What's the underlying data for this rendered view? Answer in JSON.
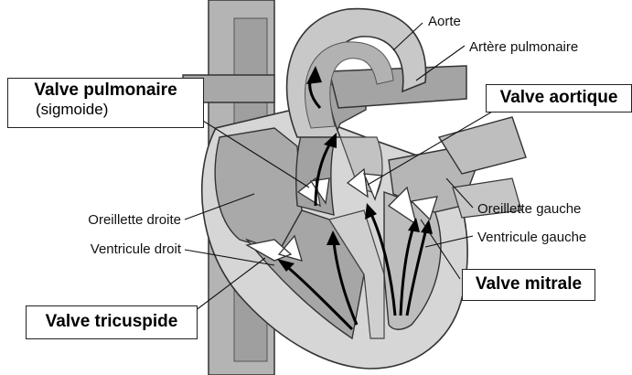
{
  "diagram": {
    "labels": {
      "aorte": "Aorte",
      "artere_pulmonaire": "Artère pulmonaire",
      "oreillette_droite": "Oreillette droite",
      "ventricule_droit": "Ventricule droit",
      "oreillette_gauche": "Oreillette gauche",
      "ventricule_gauche": "Ventricule gauche"
    },
    "boxes": {
      "valve_pulmonaire": {
        "title": "Valve pulmonaire",
        "subtitle": "(sigmoide)"
      },
      "valve_aortique": {
        "title": "Valve aortique"
      },
      "valve_mitrale": {
        "title": "Valve mitrale"
      },
      "valve_tricuspide": {
        "title": "Valve tricuspide"
      }
    },
    "colors": {
      "vessel_dark": "#a8a8a8",
      "vessel_mid": "#bdbdbd",
      "tissue_light": "#d9d9d9",
      "valve_fill": "#ffffff",
      "outline": "#333333",
      "arrow": "#000000"
    }
  }
}
